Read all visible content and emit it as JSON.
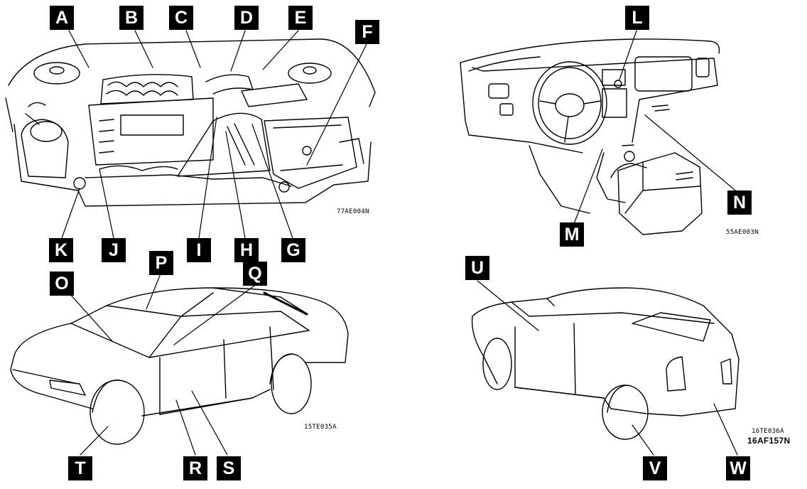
{
  "callouts": [
    "A",
    "B",
    "C",
    "D",
    "E",
    "F",
    "G",
    "H",
    "I",
    "J",
    "K",
    "L",
    "M",
    "N",
    "O",
    "P",
    "Q",
    "R",
    "S",
    "T",
    "U",
    "V",
    "W"
  ],
  "figure_codes": {
    "engine": "77AE004N",
    "dashboard": "55AE003N",
    "car_front": "15TE035A",
    "car_rear": "16TE036A",
    "page": "16AF157N"
  }
}
